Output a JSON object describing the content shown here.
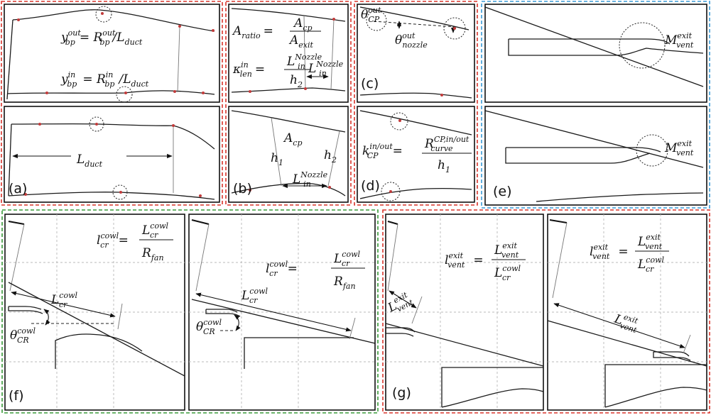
{
  "colors": {
    "red_frame": "#d9352c",
    "blue_frame": "#3a9ad6",
    "green_frame": "#3a9a3a",
    "point": "#c23b3b"
  },
  "panel_labels": {
    "a": "(a)",
    "b": "(b)",
    "c": "(c)",
    "d": "(d)",
    "e": "(e)",
    "f": "(f)",
    "g": "(g)"
  },
  "eq": {
    "y_out_lhs": "y",
    "y_out_sup": "out",
    "y_out_sub": "bp",
    "y_out_rhs": "= R",
    "y_out_rhs_sup": "out",
    "y_out_rhs_sub": "bp",
    "y_out_div": "/L",
    "y_out_div_sub": "duct",
    "y_in_lhs": "y",
    "y_in_sup": "in",
    "y_in_sub": "bp",
    "y_in_rhs": "= R",
    "y_in_rhs_sup": "in",
    "y_in_rhs_sub": "bp",
    "y_in_div": "/L",
    "y_in_div_sub": "duct",
    "L_duct": "L",
    "L_duct_sub": "duct",
    "A_ratio": "A",
    "A_ratio_sub": "ratio",
    "eq_sign": "=",
    "A_cp_num": "A",
    "A_cp_sub": "cp",
    "A_exit_den": "A",
    "A_exit_sub": "exit",
    "kappa": "κ",
    "kappa_sup": "in",
    "kappa_sub": "len",
    "L_in_num": "L",
    "L_in_sup": "Nozzle",
    "L_in_sub": "in",
    "h2_den": "h",
    "h2_sub": "2",
    "A_cp_b": "A",
    "A_cp_b_sub": "cp",
    "h1": "h",
    "h1_sub": "1",
    "h2": "h",
    "h2s": "2",
    "theta": "θ",
    "theta_cp_sup": "out",
    "theta_cp_sub": "CP",
    "theta_noz_sup": "out",
    "theta_noz_sub": "nozzle",
    "k_cp": "k",
    "k_cp_sup": "in/out",
    "k_cp_sub": "CP",
    "R_curve": "R",
    "R_curve_sup": "CP,in/out",
    "R_curve_sub": "curve",
    "M_vent": "M",
    "M_vent_sup": "exit",
    "M_vent_sub": "vent",
    "l_cr": "l",
    "l_cr_sup": "cowl",
    "l_cr_sub": "cr",
    "L_cr": "L",
    "L_cr_sup": "cowl",
    "L_cr_sub": "cr",
    "R_fan": "R",
    "R_fan_sub": "fan",
    "theta_cr_sup": "cowl",
    "theta_cr_sub": "CR",
    "l_vent": "l",
    "l_vent_sup": "exit",
    "l_vent_sub": "vent",
    "L_vent": "L",
    "L_vent_sup": "exit",
    "L_vent_sub": "vent"
  }
}
